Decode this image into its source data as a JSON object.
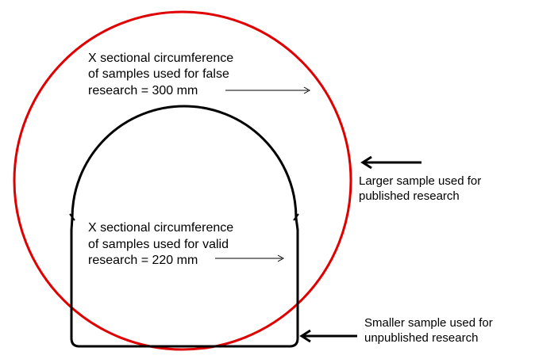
{
  "colors": {
    "large_outline": "#e00000",
    "small_outline": "#000000",
    "background": "#ffffff"
  },
  "large_circle_text": {
    "line1": "X sectional circumference",
    "line2": "of samples used for false",
    "line3": "research = 300 mm"
  },
  "small_shape_text": {
    "line1": "X sectional circumference",
    "line2": "of samples used for valid",
    "line3": "research = 220 mm"
  },
  "large_label": {
    "line1": "Larger sample used for",
    "line2": "published research"
  },
  "small_label": {
    "line1": "Smaller sample used for",
    "line2": "unpublished research"
  }
}
